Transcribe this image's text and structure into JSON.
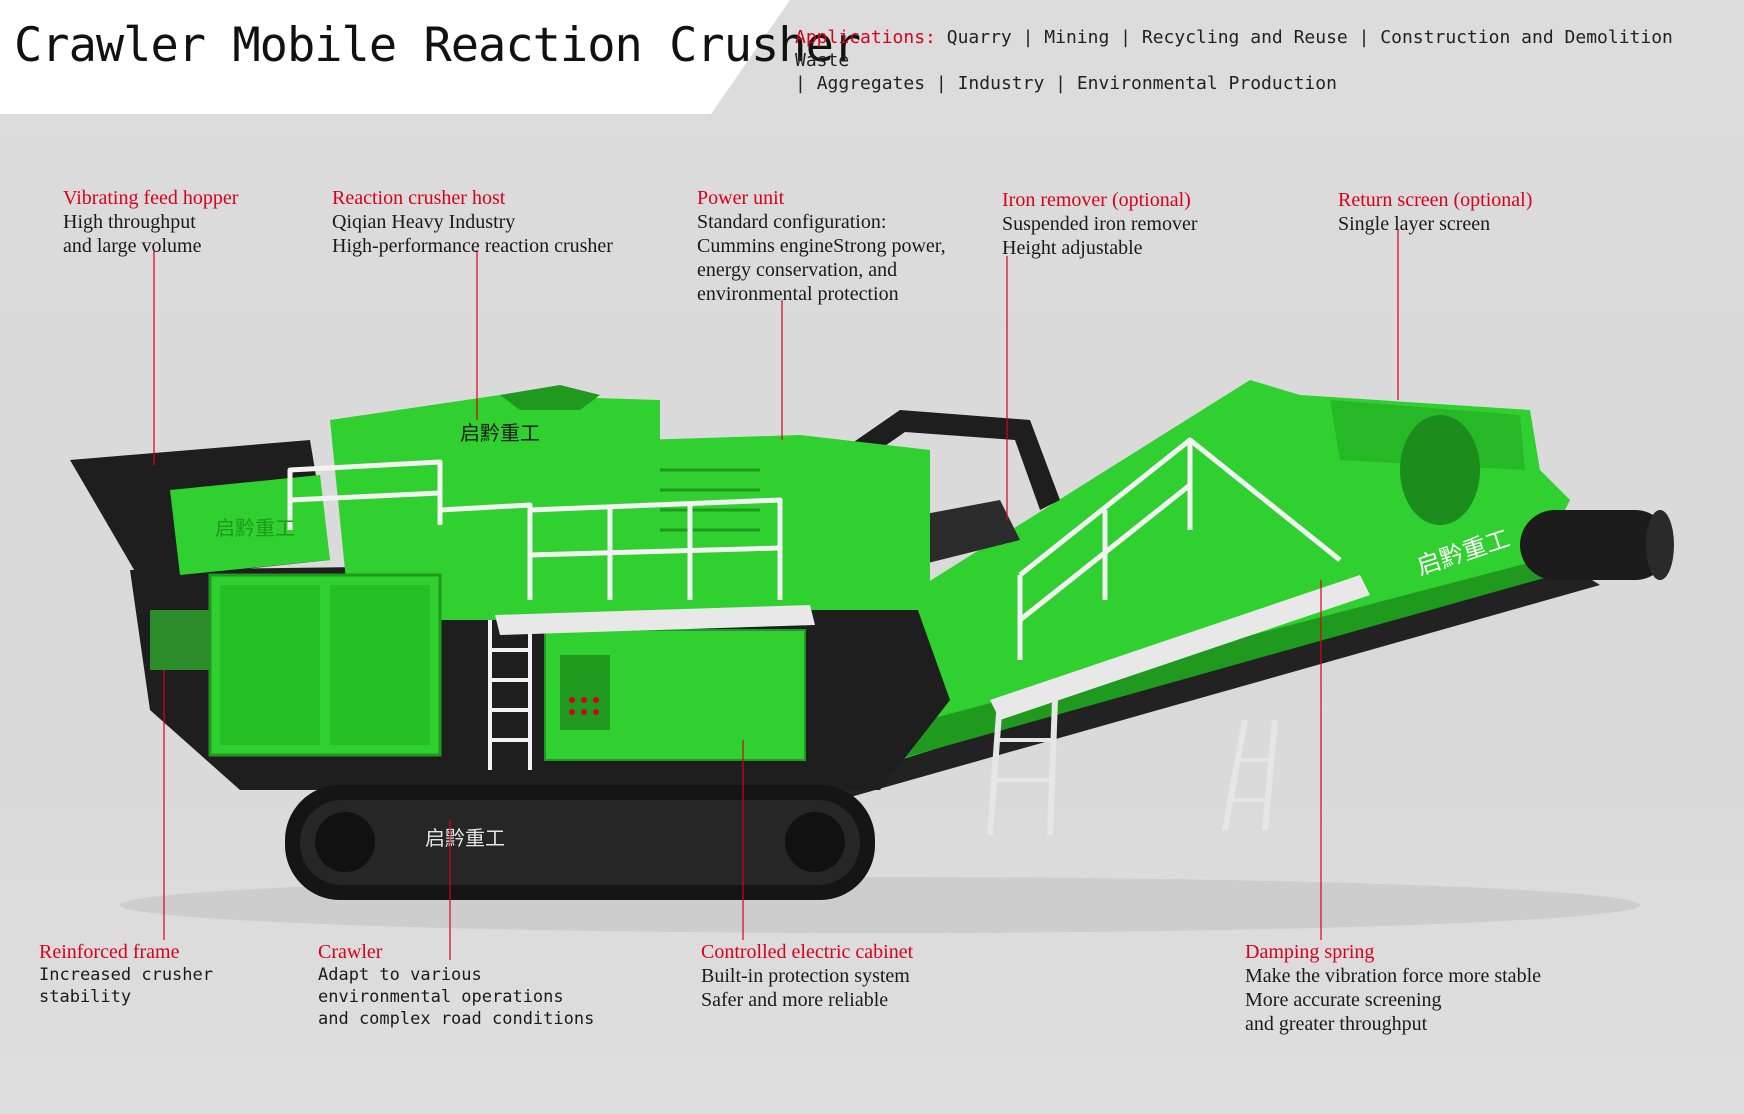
{
  "title": "Crawler Mobile Reaction Crusher",
  "applications": {
    "label": "Applications:",
    "items": [
      "Quarry",
      "Mining",
      "Recycling and Reuse",
      "Construction and Demolition Waste",
      "Aggregates",
      "Industry",
      "Environmental Production"
    ]
  },
  "brand": "启黔重工",
  "colors": {
    "accent": "#d9001b",
    "machine_green": "#2fd02f",
    "machine_dark": "#1e1e1e",
    "rail": "#ffffff"
  },
  "callouts": {
    "feed_hopper": {
      "title": "Vibrating feed hopper",
      "lines": [
        "High throughput",
        "and large volume"
      ]
    },
    "crusher_host": {
      "title": "Reaction crusher host",
      "lines": [
        "Qiqian Heavy Industry",
        "High-performance reaction crusher"
      ]
    },
    "power_unit": {
      "title": "Power unit",
      "lines": [
        "Standard configuration:",
        "Cummins engineStrong power,",
        "energy conservation, and",
        "environmental protection"
      ]
    },
    "iron_remover": {
      "title": "Iron remover (optional)",
      "lines": [
        "Suspended iron remover",
        "Height adjustable"
      ]
    },
    "return_screen": {
      "title": "Return screen (optional)",
      "lines": [
        "Single layer screen"
      ]
    },
    "frame": {
      "title": "Reinforced frame",
      "lines": [
        "Increased crusher",
        "stability"
      ]
    },
    "crawler": {
      "title": "Crawler",
      "lines": [
        "Adapt to various",
        "environmental operations",
        "and complex road conditions"
      ]
    },
    "cabinet": {
      "title": "Controlled electric cabinet",
      "lines": [
        "Built-in protection system",
        "Safer and more reliable"
      ]
    },
    "damping_spring": {
      "title": "Damping spring",
      "lines": [
        "Make the vibration force more stable",
        "More accurate screening",
        "and greater throughput"
      ]
    }
  }
}
